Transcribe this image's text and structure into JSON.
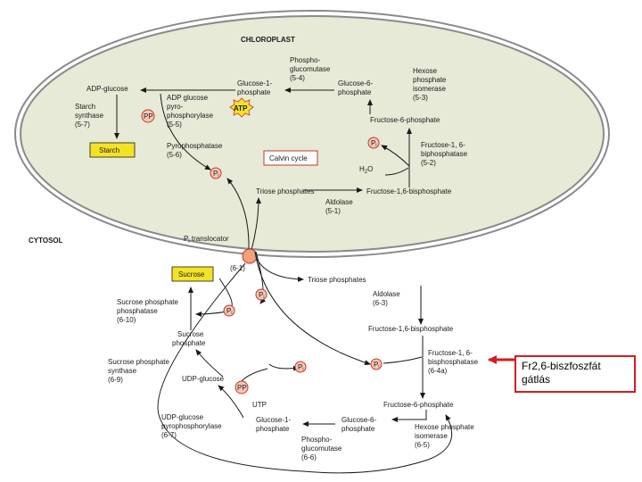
{
  "regions": {
    "chloroplast": "CHLOROPLAST",
    "cytosol": "CYTOSOL"
  },
  "chloroplast": {
    "phosphoglucomutase": [
      "Phospho-",
      "glucomutase",
      "(5-4)"
    ],
    "hexose_isomerase": [
      "Hexose",
      "phosphate",
      "isomerase",
      "(5-3)"
    ],
    "adp_glucose": "ADP-glucose",
    "glucose_1_phosphate": [
      "Glucose-1-",
      "phosphate"
    ],
    "glucose_6_phosphate": [
      "Glucose-6-",
      "phosphate"
    ],
    "starch_synthase": [
      "Starch",
      "synthase",
      "(5-7)"
    ],
    "adp_glucose_pyrophosphorylase": [
      "ADP glucose",
      "pyro-",
      "phosphorylase",
      "(5-5)"
    ],
    "fructose_6_phosphate": "Fructose-6-phosphate",
    "starch": "Starch",
    "pyrophosphatase": [
      "Pyrophosphatase",
      "(5-6)"
    ],
    "calvin_cycle": "Calvin cycle",
    "fructose_bisphosphatase": [
      "Fructose-1, 6-",
      "biphosphatase",
      "(5-2)"
    ],
    "h2o": "H",
    "h2o_sub": "2",
    "h2o_end": "O",
    "triose_phosphates": "Triose phosphates",
    "fructose_1_6_bisphosphate": "Fructose-1,6-bisphosphate",
    "aldolase": [
      "Aldolase",
      "(5-1)"
    ],
    "pi_translocator": "P",
    "pi_translocator_sub": "i",
    "pi_translocator_end": " translocator",
    "translocator_number": "(6-1)"
  },
  "symbols": {
    "pp": "PP",
    "pi": "P",
    "pi_sub": "i",
    "atp": "ATP"
  },
  "cytosol": {
    "sucrose": "Sucrose",
    "triose_phosphates": "Triose phosphates",
    "aldolase": [
      "Aldolase",
      "(6-3)"
    ],
    "sucrose_phosphate_phosphatase": [
      "Sucrose phosphate",
      "phosphatase",
      "(6-10)"
    ],
    "fructose_1_6_bisphosphate": "Fructose-1,6-bisphosphate",
    "sucrose_phosphate": [
      "Sucrose",
      "phosphate"
    ],
    "sucrose_phosphate_synthase": [
      "Sucrose phosphate",
      "synthase",
      "(6-9)"
    ],
    "fructose_bisphosphatase": [
      "Fructose-1, 6-",
      "bisphosphatase",
      "(6-4a)"
    ],
    "udp_glucose": "UDP-glucose",
    "utp": "UTP",
    "fructose_6_phosphate": "Fructose-6-phosphate",
    "udp_glucose_pyrophosphorylase": [
      "UDP-glucose",
      "pyrophosphorylase",
      "(6-7)"
    ],
    "glucose_1_phosphate": [
      "Glucose-1-",
      "phosphate"
    ],
    "glucose_6_phosphate": [
      "Glucose-6-",
      "phosphate"
    ],
    "hexose_isomerase": [
      "Hexose phosphate",
      "isomerase",
      "(6-5)"
    ],
    "phosphoglucomutase": [
      "Phospho-",
      "glucomutase",
      "(6-6)"
    ]
  },
  "callout": {
    "line1": "Fr2,6-biszfoszfát",
    "line2": "gátlás"
  },
  "colors": {
    "chloroplast_fill": "#e6ead6",
    "membrane": "#8a8a8a",
    "box_yellow": "#f4e324",
    "calvin_border": "#c0392b",
    "circle_fill": "#f6c8b4",
    "circle_stroke": "#c0392b",
    "callout_red": "#d21e1e"
  }
}
